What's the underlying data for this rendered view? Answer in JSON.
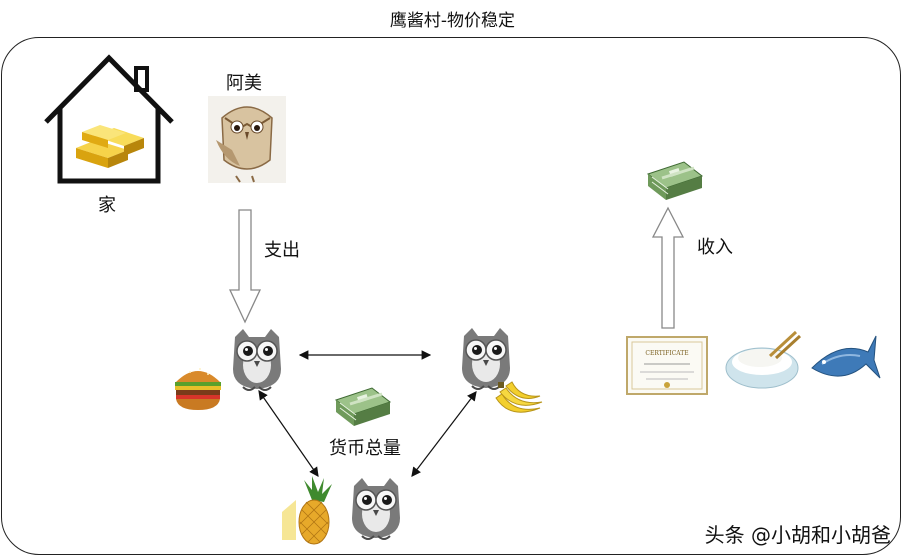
{
  "title": "鹰酱村-物价稳定",
  "labels": {
    "home": "家",
    "person": "阿美",
    "spend": "支出",
    "income": "收入",
    "money_supply": "货币总量"
  },
  "watermark": "头条 @小胡和小胡爸",
  "icons": {
    "house": "house-icon",
    "gold": "gold-bars-icon",
    "owl": "owl-icon",
    "money": "money-stack-icon",
    "burger": "hamburger-icon",
    "banana": "banana-icon",
    "pineapple": "pineapple-icon",
    "certificate": "certificate-icon",
    "rice": "rice-bowl-icon",
    "fish": "fish-icon"
  },
  "certificate_text": "CERTIFICATE",
  "colors": {
    "gold": "#e7b416",
    "money": "#6f9a5b",
    "fish": "#3e7ab8",
    "banana": "#f3cf2d",
    "owl_body": "#7a7a7a",
    "owl_face": "#f5f5f5"
  }
}
